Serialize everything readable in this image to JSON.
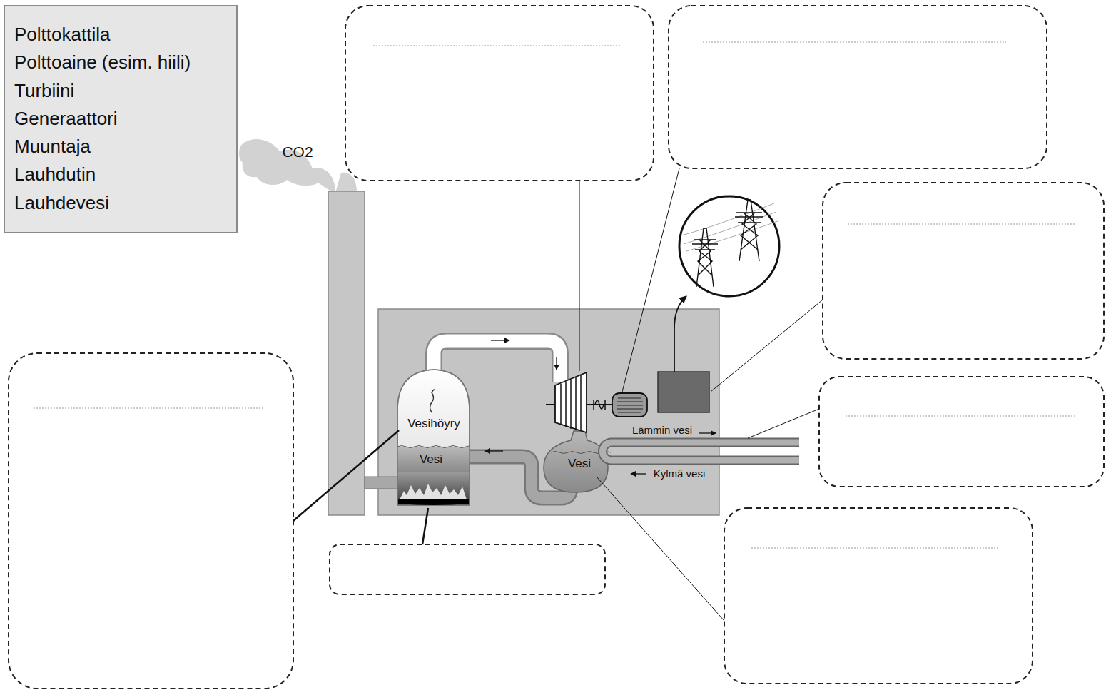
{
  "diagram": {
    "nodes": [
      {
        "text": [
          "Polttokattila",
          "Polttoaine (esim. hiili)",
          "Turbiini",
          "Generaattori",
          "Muuntaja",
          "Lauhdutin",
          "Lauhdevesi"
        ]
      }
    ],
    "labels": [
      "CO2",
      "Vesihöyry",
      "Vesi",
      "Vesi",
      "Lämmin vesi",
      "Kylmä vesi"
    ]
  }
}
